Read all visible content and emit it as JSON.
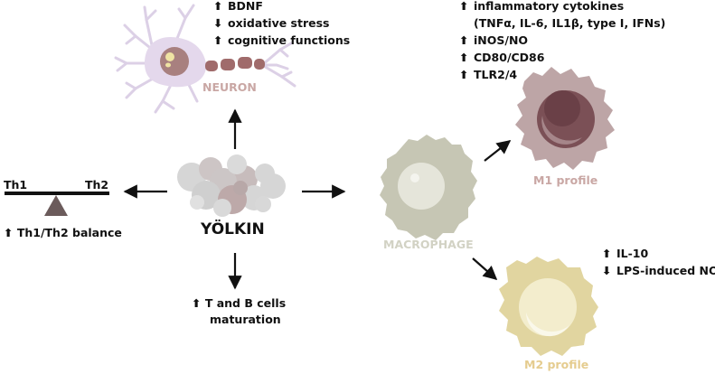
{
  "center": {
    "title": "YÖLKIN"
  },
  "neuron": {
    "label": "NEURON",
    "effects": [
      {
        "arrow": "⬆",
        "text": "BDNF"
      },
      {
        "arrow": "⬇",
        "text": "oxidative stress"
      },
      {
        "arrow": "⬆",
        "text": "cognitive functions"
      }
    ]
  },
  "balance": {
    "left": "Th1",
    "right": "Th2",
    "effect": {
      "arrow": "⬆",
      "text": "Th1/Th2 balance"
    }
  },
  "lymphocytes": {
    "arrow": "⬆",
    "line1": "T and B cells",
    "line2": "maturation"
  },
  "macrophage": {
    "label": "MACROPHAGE"
  },
  "m1": {
    "label": "M1 profile",
    "effects": [
      {
        "arrow": "⬆",
        "text": "inflammatory cytokines"
      },
      {
        "arrow": "",
        "text": "(TNFα, IL-6, IL1β, type I, IFNs)"
      },
      {
        "arrow": "⬆",
        "text": "iNOS/NO"
      },
      {
        "arrow": "⬆",
        "text": "CD80/CD86"
      },
      {
        "arrow": "⬆",
        "text": "TLR2/4"
      }
    ]
  },
  "m2": {
    "label": "M2 profile",
    "effects": [
      {
        "arrow": "⬆",
        "text": "IL-10"
      },
      {
        "arrow": "⬇",
        "text": "LPS-induced NO"
      }
    ]
  },
  "colors": {
    "neuron_label": "#c9a7a4",
    "macrophage_label": "#d2d2c4",
    "m1_label": "#c9a7a4",
    "m2_label": "#e5cc8f"
  }
}
